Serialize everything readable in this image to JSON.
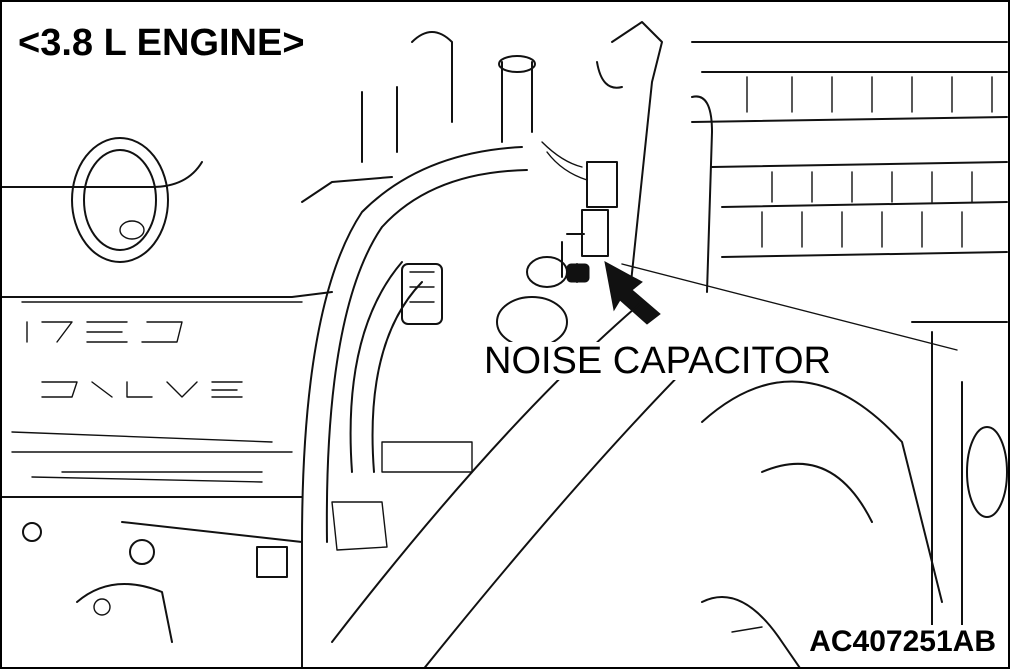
{
  "figure": {
    "title": "<3.8 L ENGINE>",
    "callout": "NOISE CAPACITOR",
    "figure_code": "AC407251AB"
  }
}
